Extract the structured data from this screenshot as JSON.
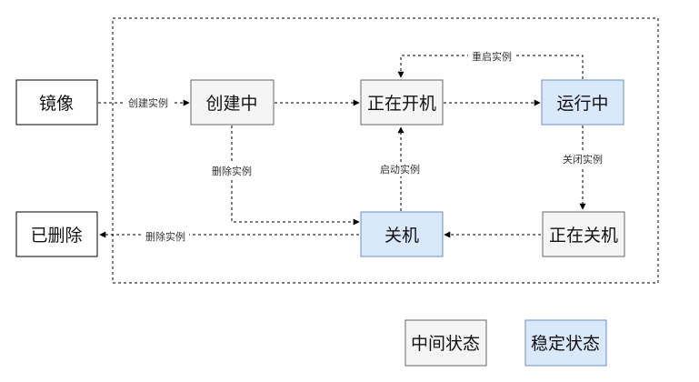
{
  "diagram": {
    "nodes": {
      "image": {
        "label": "镜像",
        "state": "external"
      },
      "creating": {
        "label": "创建中",
        "state": "intermediate"
      },
      "starting": {
        "label": "正在开机",
        "state": "intermediate"
      },
      "running": {
        "label": "运行中",
        "state": "stable"
      },
      "stopped": {
        "label": "关机",
        "state": "stable"
      },
      "stopping": {
        "label": "正在关机",
        "state": "intermediate"
      },
      "deleted": {
        "label": "已删除",
        "state": "external"
      }
    },
    "edges": {
      "create_instance": "创建实例",
      "restart_instance": "重启实例",
      "delete_instance_top": "删除实例",
      "start_instance": "启动实例",
      "stop_instance": "关闭实例",
      "delete_instance_bottom": "删除实例"
    },
    "legend": {
      "intermediate": "中间状态",
      "stable": "稳定状态"
    },
    "colors": {
      "intermediate_fill": "#f5f5f5",
      "intermediate_stroke": "#666666",
      "stable_fill": "#dae8fc",
      "stable_stroke": "#6c8ebf",
      "external_fill": "#ffffff",
      "external_stroke": "#000000",
      "edge": "#000000"
    }
  }
}
